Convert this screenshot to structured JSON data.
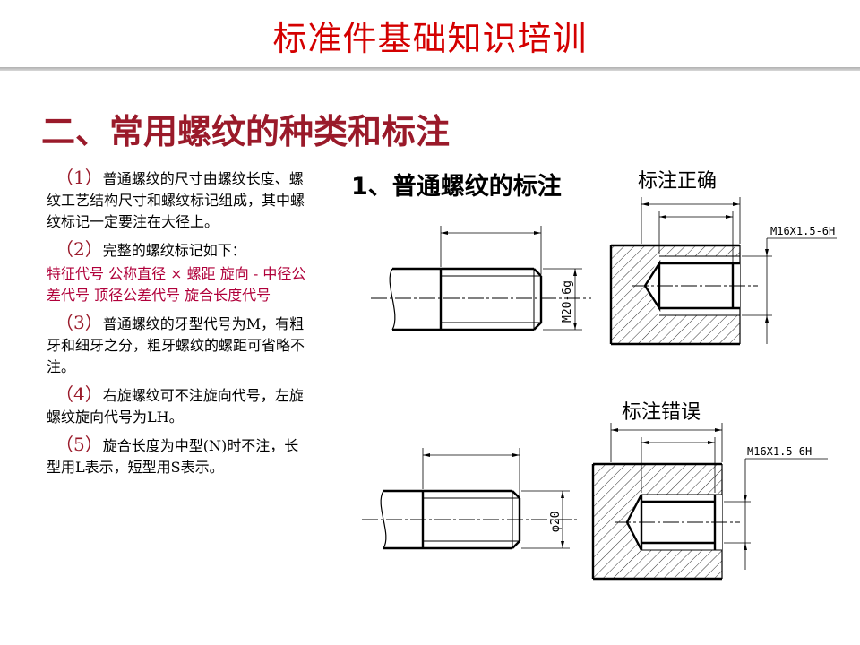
{
  "header": {
    "title": "标准件基础知识培训"
  },
  "section": {
    "title": "二、常用螺纹的种类和标注"
  },
  "left_text": [
    {
      "num": "（1）",
      "text": "普通螺纹的尺寸由螺纹长度、螺纹工艺结构尺寸和螺纹标记组成，其中螺纹标记一定要注在大径上。"
    },
    {
      "num": "（2）",
      "text": "完整的螺纹标记如下：",
      "red": "特征代号 公称直径 × 螺距 旋向 - 中径公差代号 顶径公差代号 旋合长度代号"
    },
    {
      "num": "（3）",
      "text": "普通螺纹的牙型代号为M，有粗牙和细牙之分，粗牙螺纹的螺距可省略不注。"
    },
    {
      "num": "（4）",
      "text": "右旋螺纹可不注旋向代号，左旋螺纹旋向代号为LH。"
    },
    {
      "num": "（5）",
      "text": "旋合长度为中型(N)时不注，长型用L表示，短型用S表示。"
    }
  ],
  "diagram": {
    "subtitle": "1、普通螺纹的标注",
    "label_correct": "标注正确",
    "label_wrong": "标注错误",
    "dim_external_correct": "M20-6g",
    "dim_internal_correct": "M16X1.5-6H",
    "dim_external_wrong": "φ20",
    "dim_internal_wrong": "M16X1.5-6H"
  },
  "colors": {
    "title": "#d40000",
    "section": "#9a1a2a",
    "highlight": "#b0003a"
  }
}
